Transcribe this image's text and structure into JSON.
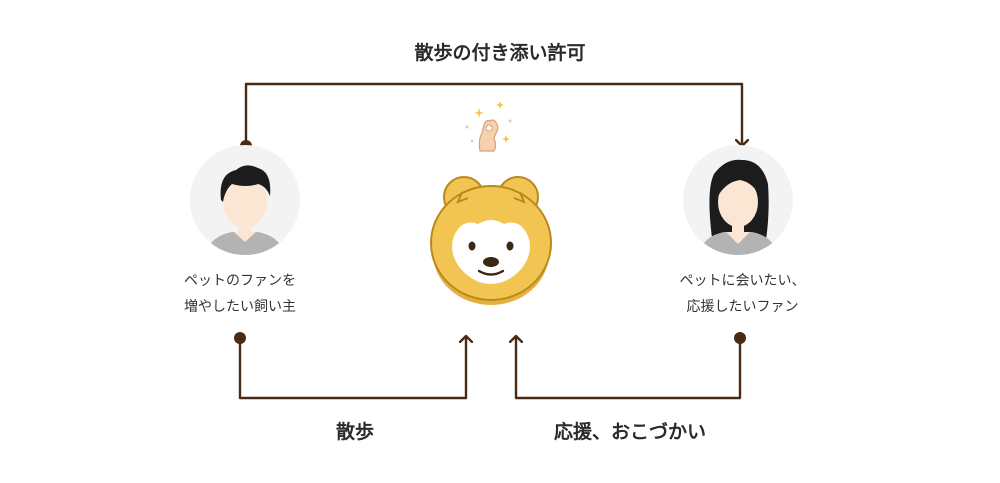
{
  "diagram": {
    "edges": {
      "top": "散歩の付き添い許可",
      "bottom_left": "散歩",
      "bottom_right": "応援、おこづかい"
    },
    "nodes": {
      "owner": {
        "line1": "ペットのファンを",
        "line2": "増やしたい飼い主",
        "icon": "man-avatar-icon"
      },
      "pet": {
        "icon": "dog-face-icon",
        "badge_icon": "ok-hand-sparkle-icon"
      },
      "fan": {
        "line1": "ペットに会いたい、",
        "line2": "応援したいファン",
        "icon": "woman-avatar-icon"
      }
    },
    "colors": {
      "line": "#4a2a12",
      "avatar_bg": "#f3f3f3",
      "skin": "#fbe6d3",
      "hair": "#1c1c1c",
      "shirt": "#b3b3b3",
      "dog_main": "#f2c552",
      "dog_face": "#ffffff",
      "dog_outline": "#b88a1e"
    }
  }
}
